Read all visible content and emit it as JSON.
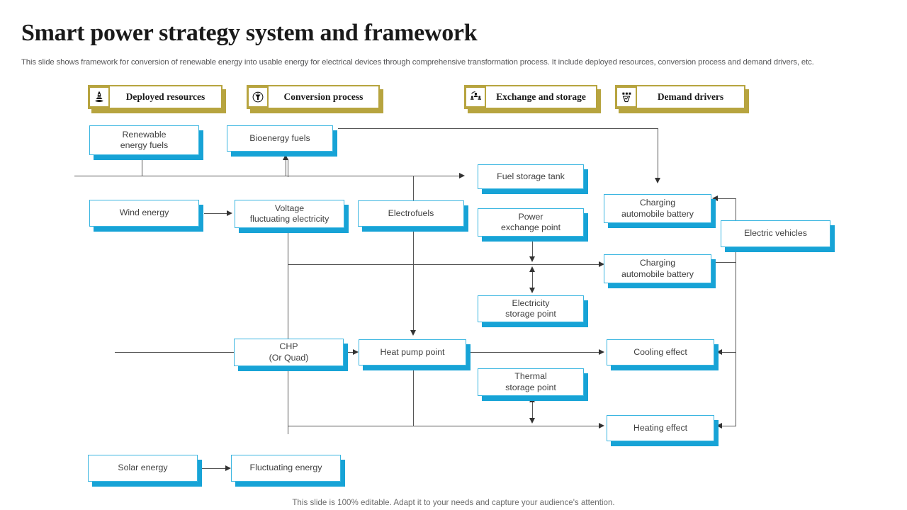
{
  "slide": {
    "title": "Smart power strategy system and framework",
    "subtitle": "This slide shows framework for conversion of renewable energy into usable energy for electrical devices through comprehensive transformation process. It include deployed resources, conversion process and demand drivers, etc.",
    "footer": "This slide is 100% editable. Adapt it to your needs and capture your audience's attention.",
    "accent_box_border": "#39b5e0",
    "accent_box_shadow": "#17a3d6",
    "legend_color": "#b7a43f"
  },
  "legend": [
    {
      "label": "Deployed resources",
      "icon": "rocket-icon"
    },
    {
      "label": "Conversion process",
      "icon": "funnel-icon"
    },
    {
      "label": "Exchange and storage",
      "icon": "people-exchange-icon"
    },
    {
      "label": "Demand drivers",
      "icon": "chart-clipboard-icon"
    }
  ],
  "nodes": [
    {
      "id": "renewable-energy-fuels",
      "label": "Renewable\nenergy fuels"
    },
    {
      "id": "bioenergy-fuels",
      "label": "Bioenergy fuels"
    },
    {
      "id": "fuel-storage-tank",
      "label": "Fuel storage tank"
    },
    {
      "id": "wind-energy",
      "label": "Wind energy"
    },
    {
      "id": "voltage-fluctuating-electricity",
      "label": "Voltage\nfluctuating electricity"
    },
    {
      "id": "electrofuels",
      "label": "Electrofuels"
    },
    {
      "id": "power-exchange-point",
      "label": "Power\nexchange point"
    },
    {
      "id": "charging-automobile-battery-1",
      "label": "Charging\nautomobile battery"
    },
    {
      "id": "electric-vehicles",
      "label": "Electric vehicles"
    },
    {
      "id": "charging-automobile-battery-2",
      "label": "Charging\nautomobile battery"
    },
    {
      "id": "electricity-storage-point",
      "label": "Electricity\nstorage point"
    },
    {
      "id": "chp-or-quad",
      "label": "CHP\n(Or Quad)"
    },
    {
      "id": "heat-pump-point",
      "label": "Heat pump point"
    },
    {
      "id": "cooling-effect",
      "label": "Cooling  effect"
    },
    {
      "id": "thermal-storage-point",
      "label": "Thermal\nstorage point"
    },
    {
      "id": "heating-effect",
      "label": "Heating effect"
    },
    {
      "id": "solar-energy",
      "label": "Solar  energy"
    },
    {
      "id": "fluctuating-energy",
      "label": "Fluctuating energy"
    }
  ],
  "chart_data": {
    "type": "diagram",
    "title": "Smart power strategy system and framework",
    "columns": [
      "Deployed resources",
      "Conversion process",
      "Exchange and storage",
      "Demand drivers"
    ],
    "nodes": [
      "Renewable energy fuels",
      "Bioenergy fuels",
      "Fuel storage tank",
      "Wind energy",
      "Voltage fluctuating electricity",
      "Electrofuels",
      "Power exchange point",
      "Charging automobile battery",
      "Electric vehicles",
      "Charging automobile battery",
      "Electricity storage point",
      "CHP (Or Quad)",
      "Heat pump point",
      "Cooling effect",
      "Thermal storage point",
      "Heating effect",
      "Solar energy",
      "Fluctuating energy"
    ],
    "edges": [
      {
        "from": "Renewable energy fuels",
        "to": "Bioenergy fuels",
        "arrow": "single"
      },
      {
        "from": "Renewable energy fuels",
        "to": "Fuel storage tank",
        "arrow": "single"
      },
      {
        "from": "Bioenergy fuels",
        "to": "Charging automobile battery",
        "arrow": "single"
      },
      {
        "from": "Wind energy",
        "to": "Voltage fluctuating electricity",
        "arrow": "single"
      },
      {
        "from": "Voltage fluctuating electricity",
        "to": "Electrofuels",
        "arrow": "single"
      },
      {
        "from": "Voltage fluctuating electricity",
        "to": "Heat pump point",
        "arrow": "single"
      },
      {
        "from": "Voltage fluctuating electricity",
        "to": "Charging automobile battery",
        "arrow": "single"
      },
      {
        "from": "Power exchange point",
        "to": "Charging automobile battery",
        "arrow": "double"
      },
      {
        "from": "Electricity storage point",
        "to": "Charging automobile battery",
        "arrow": "double"
      },
      {
        "from": "CHP (Or Quad)",
        "to": "Heat pump point",
        "arrow": "single"
      },
      {
        "from": "Heat pump point",
        "to": "Cooling effect",
        "arrow": "single"
      },
      {
        "from": "Thermal storage point",
        "to": "Heating effect",
        "arrow": "double"
      },
      {
        "from": "Electric vehicles",
        "to": "Charging automobile battery",
        "arrow": "single"
      },
      {
        "from": "Electric vehicles",
        "to": "Cooling effect",
        "arrow": "single"
      },
      {
        "from": "Electric vehicles",
        "to": "Heating effect",
        "arrow": "single"
      },
      {
        "from": "Solar energy",
        "to": "Fluctuating energy",
        "arrow": "single"
      },
      {
        "from": "Fluctuating energy",
        "to": "Heat pump point",
        "arrow": "single"
      }
    ]
  }
}
